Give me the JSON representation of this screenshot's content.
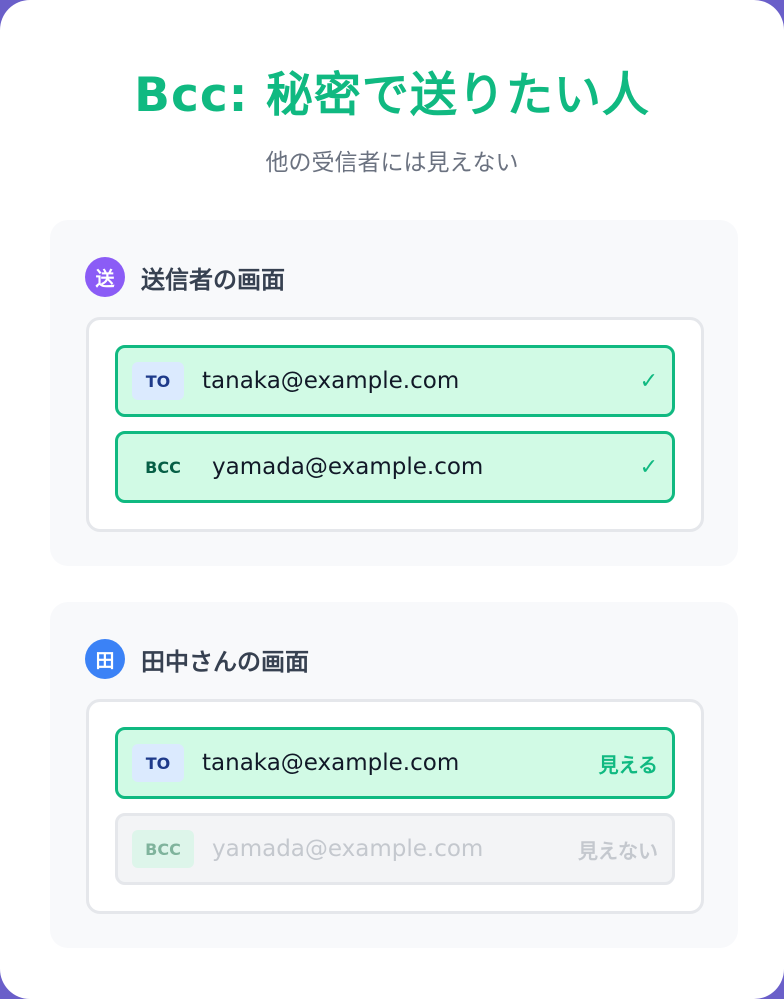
{
  "header": {
    "title": "Bcc: 秘密で送りたい人",
    "subtitle": "他の受信者には見えない"
  },
  "sender_panel": {
    "avatar": "送",
    "title": "送信者の画面",
    "rows": [
      {
        "badge": "TO",
        "email": "tanaka@example.com",
        "status": "✓"
      },
      {
        "badge": "BCC",
        "email": "yamada@example.com",
        "status": "✓"
      }
    ]
  },
  "tanaka_panel": {
    "avatar": "田",
    "title": "田中さんの画面",
    "rows": [
      {
        "badge": "TO",
        "email": "tanaka@example.com",
        "status": "見える"
      },
      {
        "badge": "BCC",
        "email": "yamada@example.com",
        "status": "見えない"
      }
    ]
  },
  "colors": {
    "accent": "#10b981",
    "background": "#6a5fc9",
    "sender_avatar": "#8b5cf6",
    "tanaka_avatar": "#3b82f6"
  },
  "icons": {
    "check": "check-icon"
  }
}
